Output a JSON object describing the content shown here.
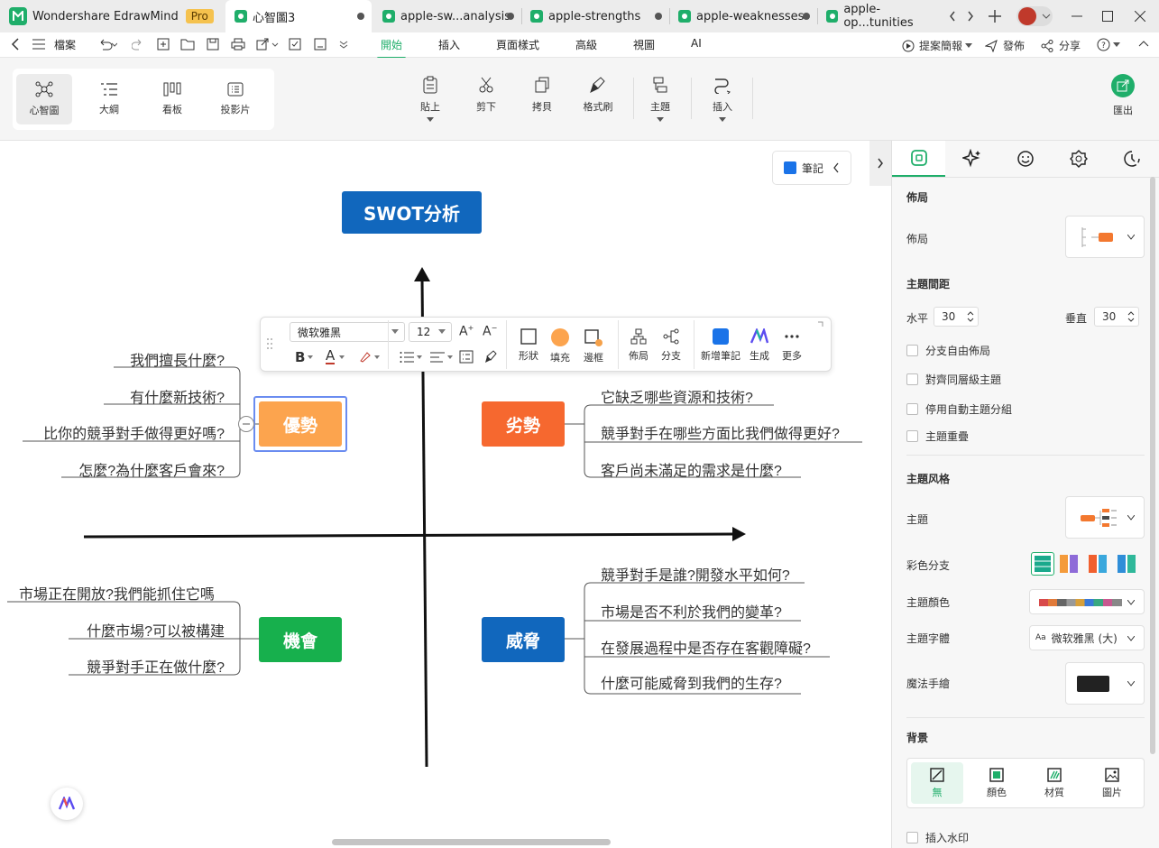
{
  "window": {
    "app_tab": "Wondershare EdrawMind",
    "pro_badge": "Pro",
    "tabs": [
      "心智圖3",
      "apple-sw...analysis",
      "apple-strengths",
      "apple-weaknesses",
      "apple-op...tunities"
    ]
  },
  "menubar": {
    "file": "檔案",
    "tabs": [
      "開始",
      "插入",
      "頁面樣式",
      "高級",
      "視圖",
      "AI"
    ],
    "active_tab": "開始",
    "present": "提案簡報",
    "publish": "發佈",
    "share": "分享"
  },
  "ribbon": {
    "views": [
      "心智圖",
      "大綱",
      "看板",
      "投影片"
    ],
    "tools": [
      "貼上",
      "剪下",
      "拷貝",
      "格式刷",
      "主題",
      "插入"
    ],
    "export": "匯出"
  },
  "canvas": {
    "notes_button": "筆記",
    "title": "SWOT分析",
    "strengths": {
      "label": "優勢",
      "color": "#fca44e",
      "items": [
        "我們擅長什麼?",
        "有什麼新技術?",
        "比你的競爭對手做得更好嗎?",
        "怎麼?為什麼客戶會來?"
      ]
    },
    "weaknesses": {
      "label": "劣勢",
      "color": "#f6682f",
      "items": [
        "它缺乏哪些資源和技術?",
        "競爭對手在哪些方面比我們做得更好?",
        "客戶尚未滿足的需求是什麼?"
      ]
    },
    "opportunities": {
      "label": "機會",
      "color": "#17b04d",
      "items": [
        "市場正在開放?我們能抓住它嗎",
        "什麼市場?可以被構建",
        "競爭對手正在做什麼?"
      ]
    },
    "threats": {
      "label": "威脅",
      "color": "#1167bd",
      "items": [
        "競爭對手是誰?開發水平如何?",
        "市場是否不利於我們的變革?",
        "在發展過程中是否存在客觀障礙?",
        "什麼可能威脅到我們的生存?"
      ]
    }
  },
  "floating_toolbar": {
    "font": "微软雅黑",
    "size": "12",
    "buttons": [
      "形狀",
      "填充",
      "邊框",
      "佈局",
      "分支",
      "新增筆記",
      "生成",
      "更多"
    ]
  },
  "panel": {
    "layout_section": "佈局",
    "layout_label": "佈局",
    "spacing_section": "主題間距",
    "horizontal_label": "水平",
    "horizontal_value": "30",
    "vertical_label": "垂直",
    "vertical_value": "30",
    "checkboxes": [
      "分支自由佈局",
      "對齊同層級主題",
      "停用自動主題分組",
      "主題重疊"
    ],
    "style_section": "主題风格",
    "theme_label": "主題",
    "color_branch_label": "彩色分支",
    "theme_color_label": "主題顏色",
    "theme_font_label": "主題字體",
    "theme_font_value": "微软雅黑 (大)",
    "hand_drawn_label": "魔法手繪",
    "background_section": "背景",
    "bg_options": [
      "無",
      "顏色",
      "材質",
      "圖片"
    ],
    "watermark_label": "插入水印"
  }
}
